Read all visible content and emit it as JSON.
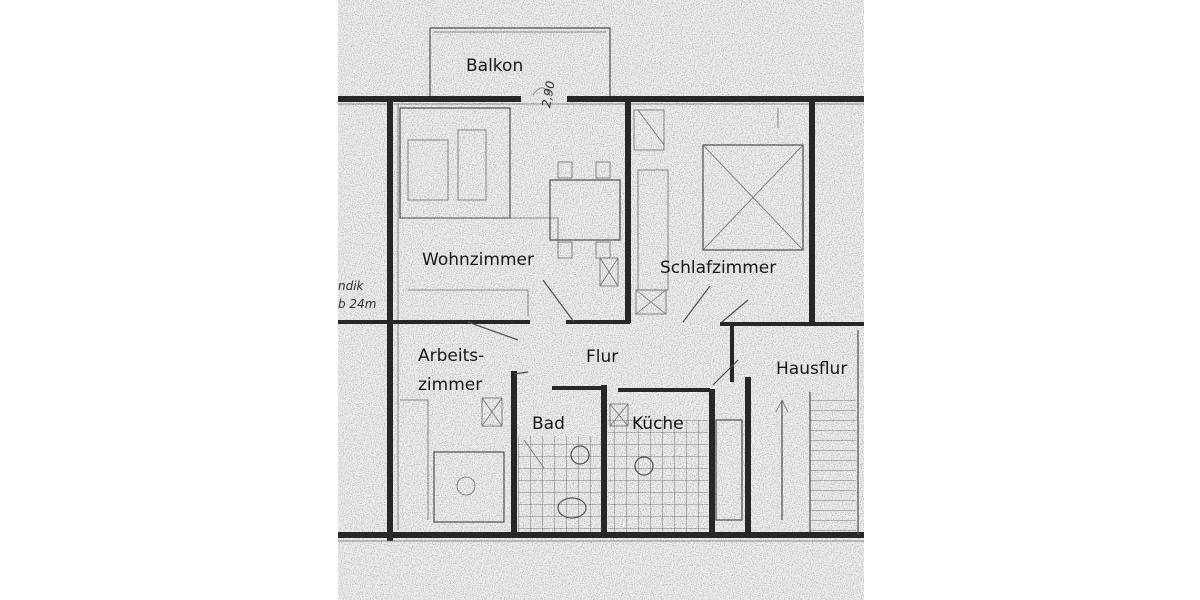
{
  "rooms": {
    "balkon": "Balkon",
    "wohnzimmer": "Wohnzimmer",
    "schlafzimmer": "Schlafzimmer",
    "arbeitszimmer_line1": "Arbeits-",
    "arbeitszimmer_line2": "zimmer",
    "flur": "Flur",
    "hausflur": "Hausflur",
    "bad": "Bad",
    "kueche": "Küche"
  },
  "handwritten": {
    "dimension": "2,90",
    "edge_left_1": "ndik",
    "edge_left_2": "b 24m"
  },
  "colors": {
    "paper": "#f2f2f0",
    "ink": "#2a2a2a"
  }
}
